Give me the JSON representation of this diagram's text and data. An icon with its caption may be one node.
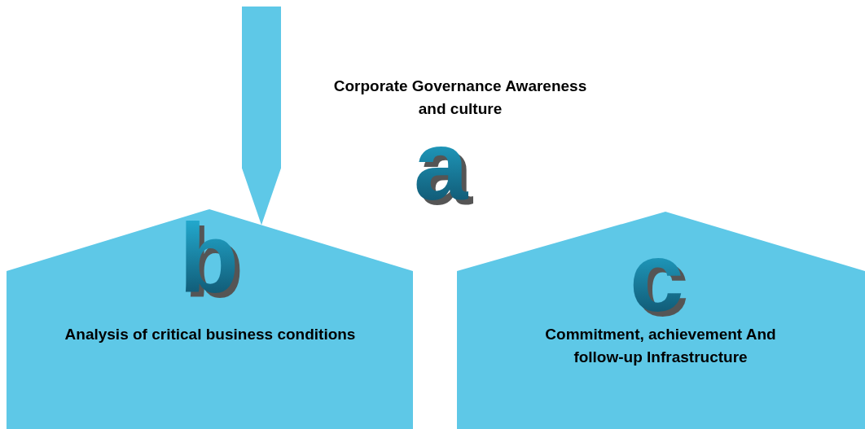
{
  "diagram": {
    "nodes": [
      {
        "text": [
          "Corporate Governance Awareness and culture",
          "a"
        ]
      },
      {
        "text": [
          "b",
          "Analysis of critical business conditions"
        ]
      },
      {
        "text": [
          "c",
          "Commitment, achievement And follow-up Infrastructure"
        ]
      }
    ],
    "edges": [
      {
        "from": null,
        "to": 1,
        "arrow": "to"
      }
    ]
  }
}
